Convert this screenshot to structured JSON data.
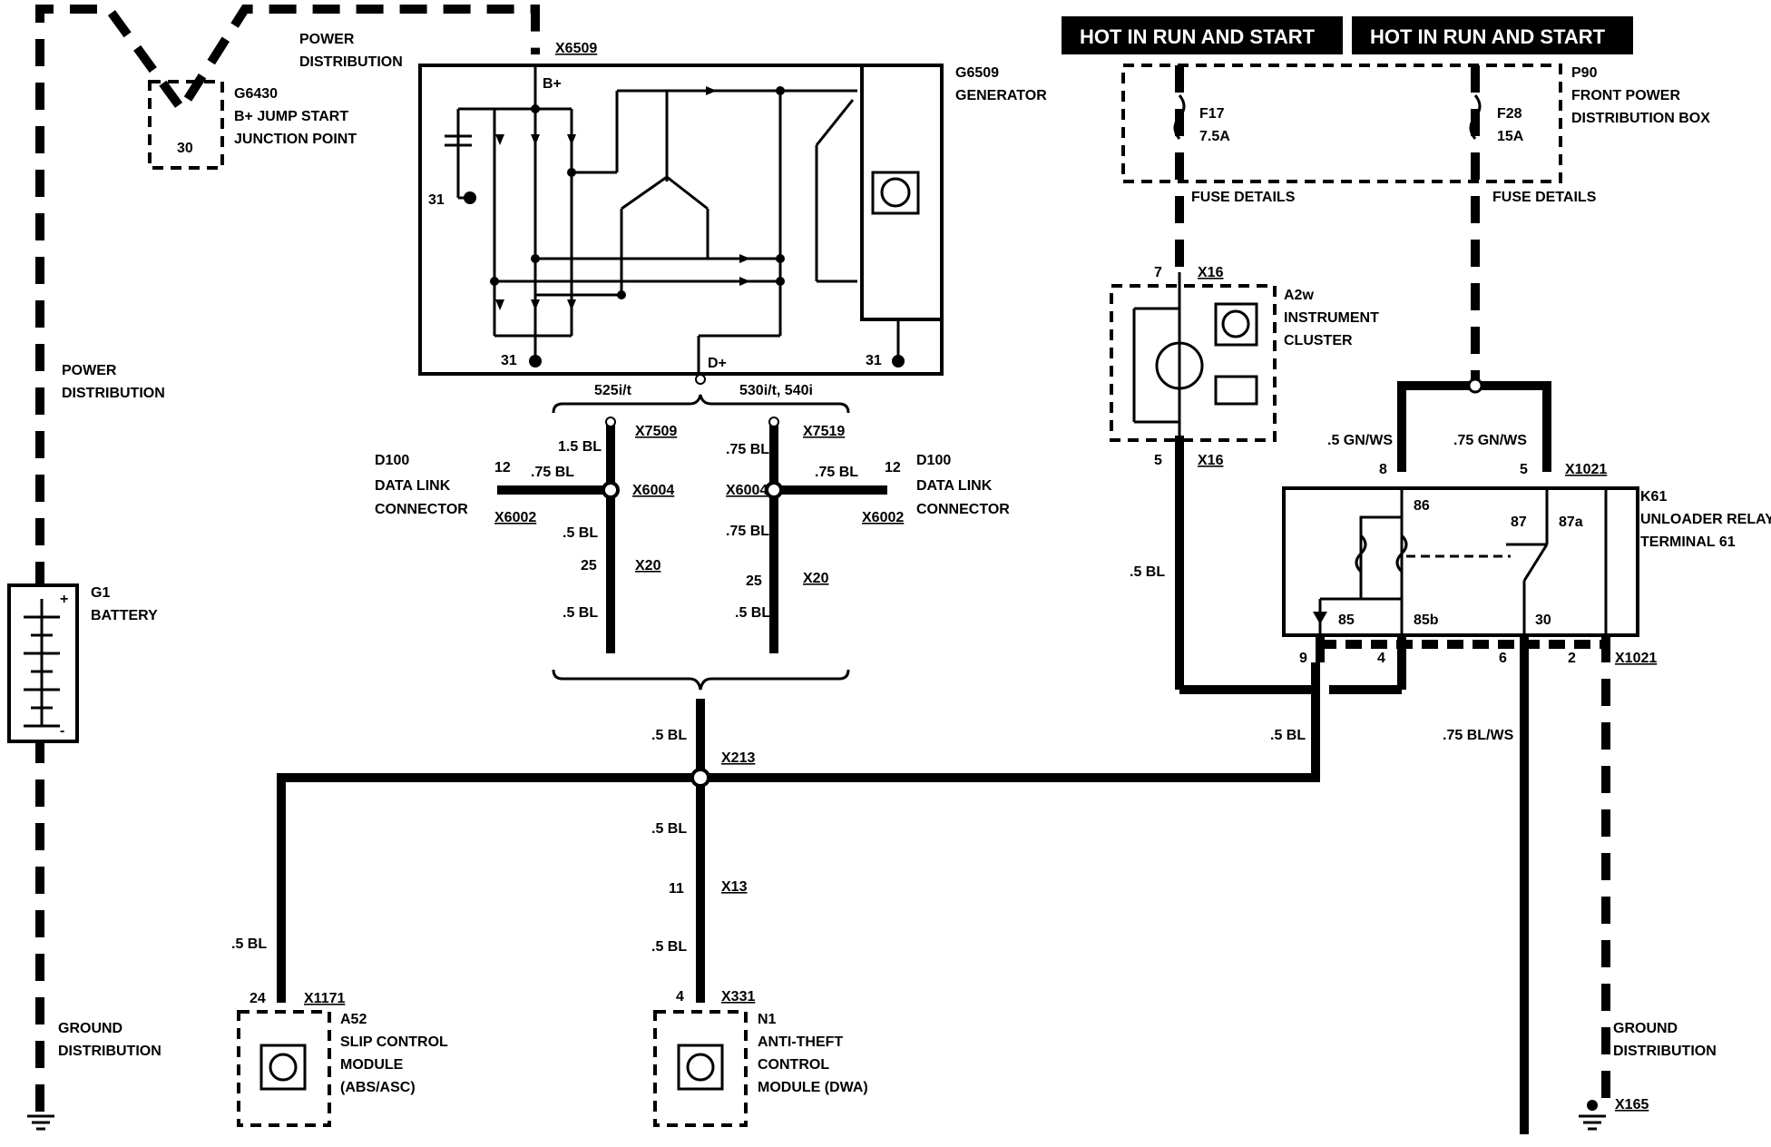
{
  "banners": {
    "hot1": "HOT IN RUN AND START",
    "hot2": "HOT IN RUN AND START"
  },
  "power_distribution_top": [
    "POWER",
    "DISTRIBUTION"
  ],
  "power_distribution_left": [
    "POWER",
    "DISTRIBUTION"
  ],
  "ground_distribution_left": [
    "GROUND",
    "DISTRIBUTION"
  ],
  "ground_distribution_right": [
    "GROUND",
    "DISTRIBUTION"
  ],
  "g6430": {
    "id": "G6430",
    "lines": [
      "B+ JUMP START",
      "JUNCTION POINT"
    ],
    "pin": "30"
  },
  "g6509": {
    "id": "G6509",
    "name": "GENERATOR",
    "connector": "X6509",
    "bplus": "B+",
    "dplus": "D+",
    "gnd1": "31",
    "gnd2": "31",
    "gnd3": "31"
  },
  "variants": {
    "left": "525i/t",
    "right": "530i/t, 540i"
  },
  "d100_left": {
    "id": "D100",
    "lines": [
      "DATA LINK",
      "CONNECTOR"
    ],
    "pin": "12",
    "connector": "X6002",
    "wire": ".75 BL"
  },
  "d100_right": {
    "id": "D100",
    "lines": [
      "DATA LINK",
      "CONNECTOR"
    ],
    "pin": "12",
    "connector": "X6002",
    "wire": ".75 BL"
  },
  "left_branch": {
    "top_conn": "X7509",
    "top_wire": "1.5 BL",
    "splice": "X6004",
    "wire2": ".5 BL",
    "pin": "25",
    "conn": "X20",
    "wire3": ".5 BL"
  },
  "right_branch": {
    "top_conn": "X7519",
    "top_wire": ".75 BL",
    "splice": "X6004",
    "wire2": ".75 BL",
    "pin": "25",
    "conn": "X20",
    "wire3": ".5 BL"
  },
  "battery": {
    "id": "G1",
    "name": "BATTERY",
    "plus": "+",
    "minus": "-"
  },
  "main_splice": {
    "wire_top": ".5 BL",
    "id": "X213",
    "wire_mid": ".5 BL",
    "pin": "11",
    "conn": "X13",
    "wire_bot": ".5 BL"
  },
  "a52": {
    "id": "A52",
    "lines": [
      "SLIP CONTROL",
      "MODULE",
      "(ABS/ASC)"
    ],
    "pin": "24",
    "conn": "X1171",
    "wire": ".5 BL"
  },
  "n1": {
    "id": "N1",
    "lines": [
      "ANTI-THEFT",
      "CONTROL",
      "MODULE (DWA)"
    ],
    "pin": "4",
    "conn": "X331"
  },
  "p90": {
    "id": "P90",
    "lines": [
      "FRONT POWER",
      "DISTRIBUTION BOX"
    ],
    "f17": "F17",
    "f17_amp": "7.5A",
    "f28": "F28",
    "f28_amp": "15A",
    "fuse_details1": "FUSE DETAILS",
    "fuse_details2": "FUSE DETAILS"
  },
  "a2w": {
    "id": "A2w",
    "lines": [
      "INSTRUMENT",
      "CLUSTER"
    ],
    "pin_top": "7",
    "conn_top": "X16",
    "pin_bot": "5",
    "conn_bot": "X16",
    "wire": ".5 BL"
  },
  "k61": {
    "id": "K61",
    "lines": [
      "UNLOADER RELAY,",
      "TERMINAL 61"
    ],
    "conn_top": "X1021",
    "conn_bot": "X1021",
    "wire8": ".5 GN/WS",
    "wire5": ".75 GN/WS",
    "pin8": "8",
    "pin5": "5",
    "t86": "86",
    "t87": "87",
    "t87a": "87a",
    "t85": "85",
    "t85b": "85b",
    "t30": "30",
    "pin9": "9",
    "pin4": "4",
    "pin6": "6",
    "pin2": "2",
    "wire9": ".5 BL",
    "wire6": ".75 BL/WS"
  },
  "ground_x165": "X165"
}
